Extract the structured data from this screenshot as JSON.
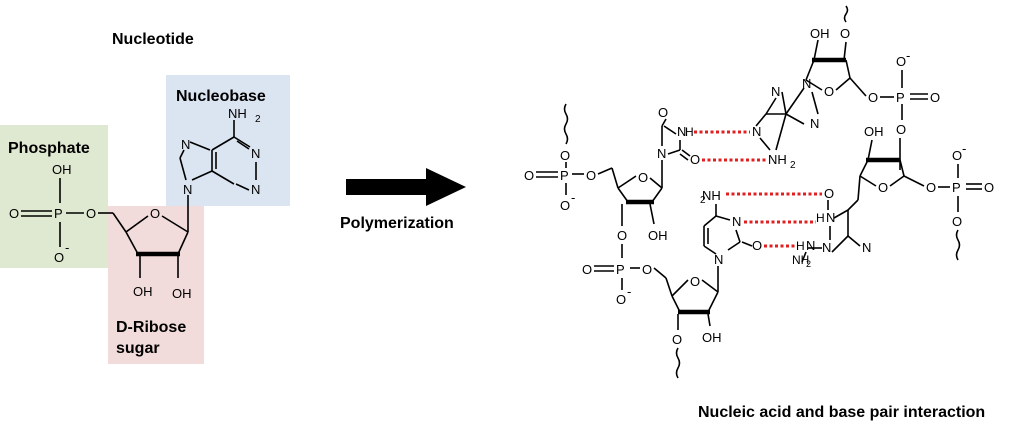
{
  "titles": {
    "nucleotide": "Nucleotide",
    "phosphate": "Phosphate",
    "nucleobase": "Nucleobase",
    "ribose_line1": "D-Ribose",
    "ribose_line2": "sugar",
    "process": "Polymerization",
    "polymer": "Nucleic acid and base pair interaction"
  },
  "regions": {
    "phosphate_color": "#dfe8d0",
    "nucleobase_color": "#dbe5f1",
    "ribose_color": "#f2dcdb",
    "hbond_color": "#e02020"
  },
  "atoms": {
    "O": "O",
    "OH": "OH",
    "P": "P",
    "N": "N",
    "NH2": "NH",
    "H": "H",
    "sub2": "2",
    "minus": "-"
  }
}
